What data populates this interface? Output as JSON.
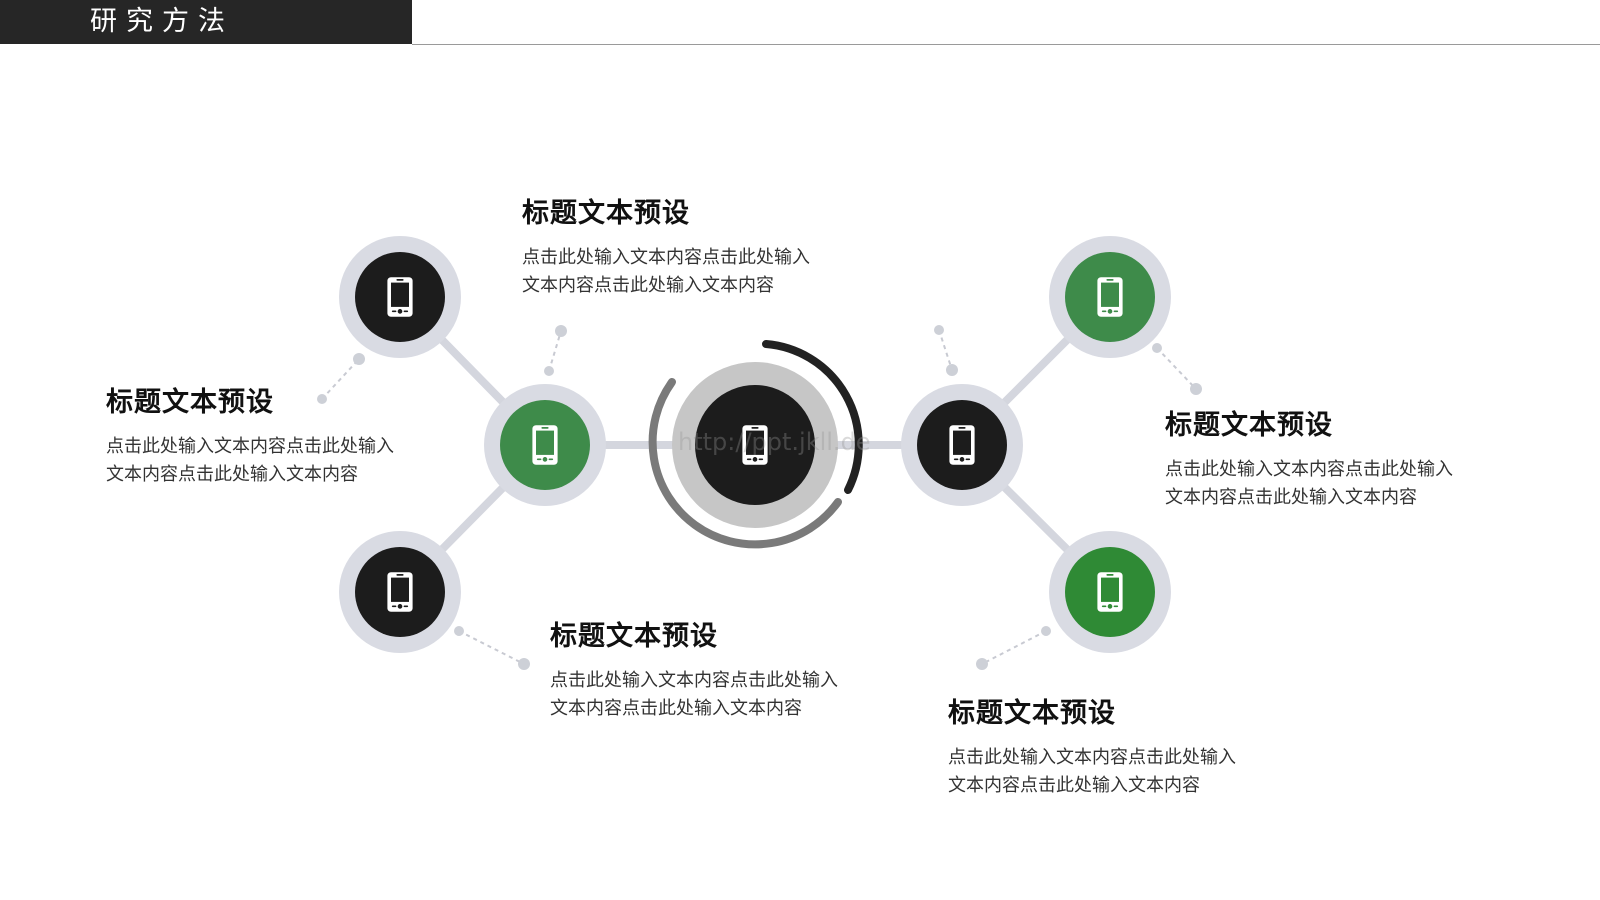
{
  "header": {
    "title": "研究方法"
  },
  "watermark": "http://ppt.jkll.de",
  "blocks": [
    {
      "title": "标题文本预设",
      "body": "点击此处输入文本内容点击此处输入文本内容点击此处输入文本内容"
    },
    {
      "title": "标题文本预设",
      "body": "点击此处输入文本内容点击此处输入文本内容点击此处输入文本内容"
    },
    {
      "title": "标题文本预设",
      "body": "点击此处输入文本内容点击此处输入文本内容点击此处输入文本内容"
    },
    {
      "title": "标题文本预设",
      "body": "点击此处输入文本内容点击此处输入文本内容点击此处输入文本内容"
    },
    {
      "title": "标题文本预设",
      "body": "点击此处输入文本内容点击此处输入文本内容点击此处输入文本内容"
    }
  ],
  "colors": {
    "header_bg": "#262626",
    "node_dark": "#1c1c1c",
    "node_green": "#3e8b4a",
    "node_green_alt": "#2f8a35",
    "ring": "#d9dbe3",
    "connector": "#d4d6de",
    "dotted_connector": "#c5c7cf"
  },
  "nodes": [
    {
      "icon": "mobile-phone-icon",
      "fill": "dark"
    },
    {
      "icon": "mobile-phone-icon",
      "fill": "green"
    },
    {
      "icon": "mobile-phone-icon",
      "fill": "dark"
    },
    {
      "icon": "mobile-phone-icon",
      "fill": "dark"
    },
    {
      "icon": "mobile-phone-icon",
      "fill": "dark"
    },
    {
      "icon": "mobile-phone-icon",
      "fill": "green"
    },
    {
      "icon": "mobile-phone-icon",
      "fill": "green"
    }
  ]
}
